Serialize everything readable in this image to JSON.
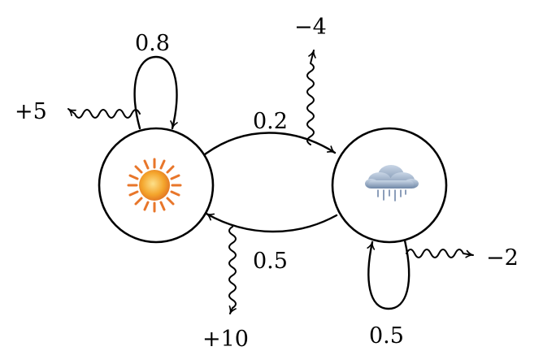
{
  "states": [
    {
      "id": "sunny",
      "icon": "sun-icon"
    },
    {
      "id": "rainy",
      "icon": "rain-cloud-icon"
    }
  ],
  "transitions": [
    {
      "from": "sunny",
      "to": "sunny",
      "probability": "0.8"
    },
    {
      "from": "sunny",
      "to": "rainy",
      "probability": "0.2"
    },
    {
      "from": "rainy",
      "to": "sunny",
      "probability": "0.5"
    },
    {
      "from": "rainy",
      "to": "rainy",
      "probability": "0.5"
    }
  ],
  "rewards": {
    "sunny_stay": "+5",
    "sunny_to_rainy": "−4",
    "rainy_to_sunny": "+10",
    "rainy_stay": "−2"
  },
  "colors": {
    "sun_core": "#f4a52c",
    "sun_rays": "#e8762a",
    "cloud": "#8fa6c2",
    "rain": "#6f86a8"
  }
}
